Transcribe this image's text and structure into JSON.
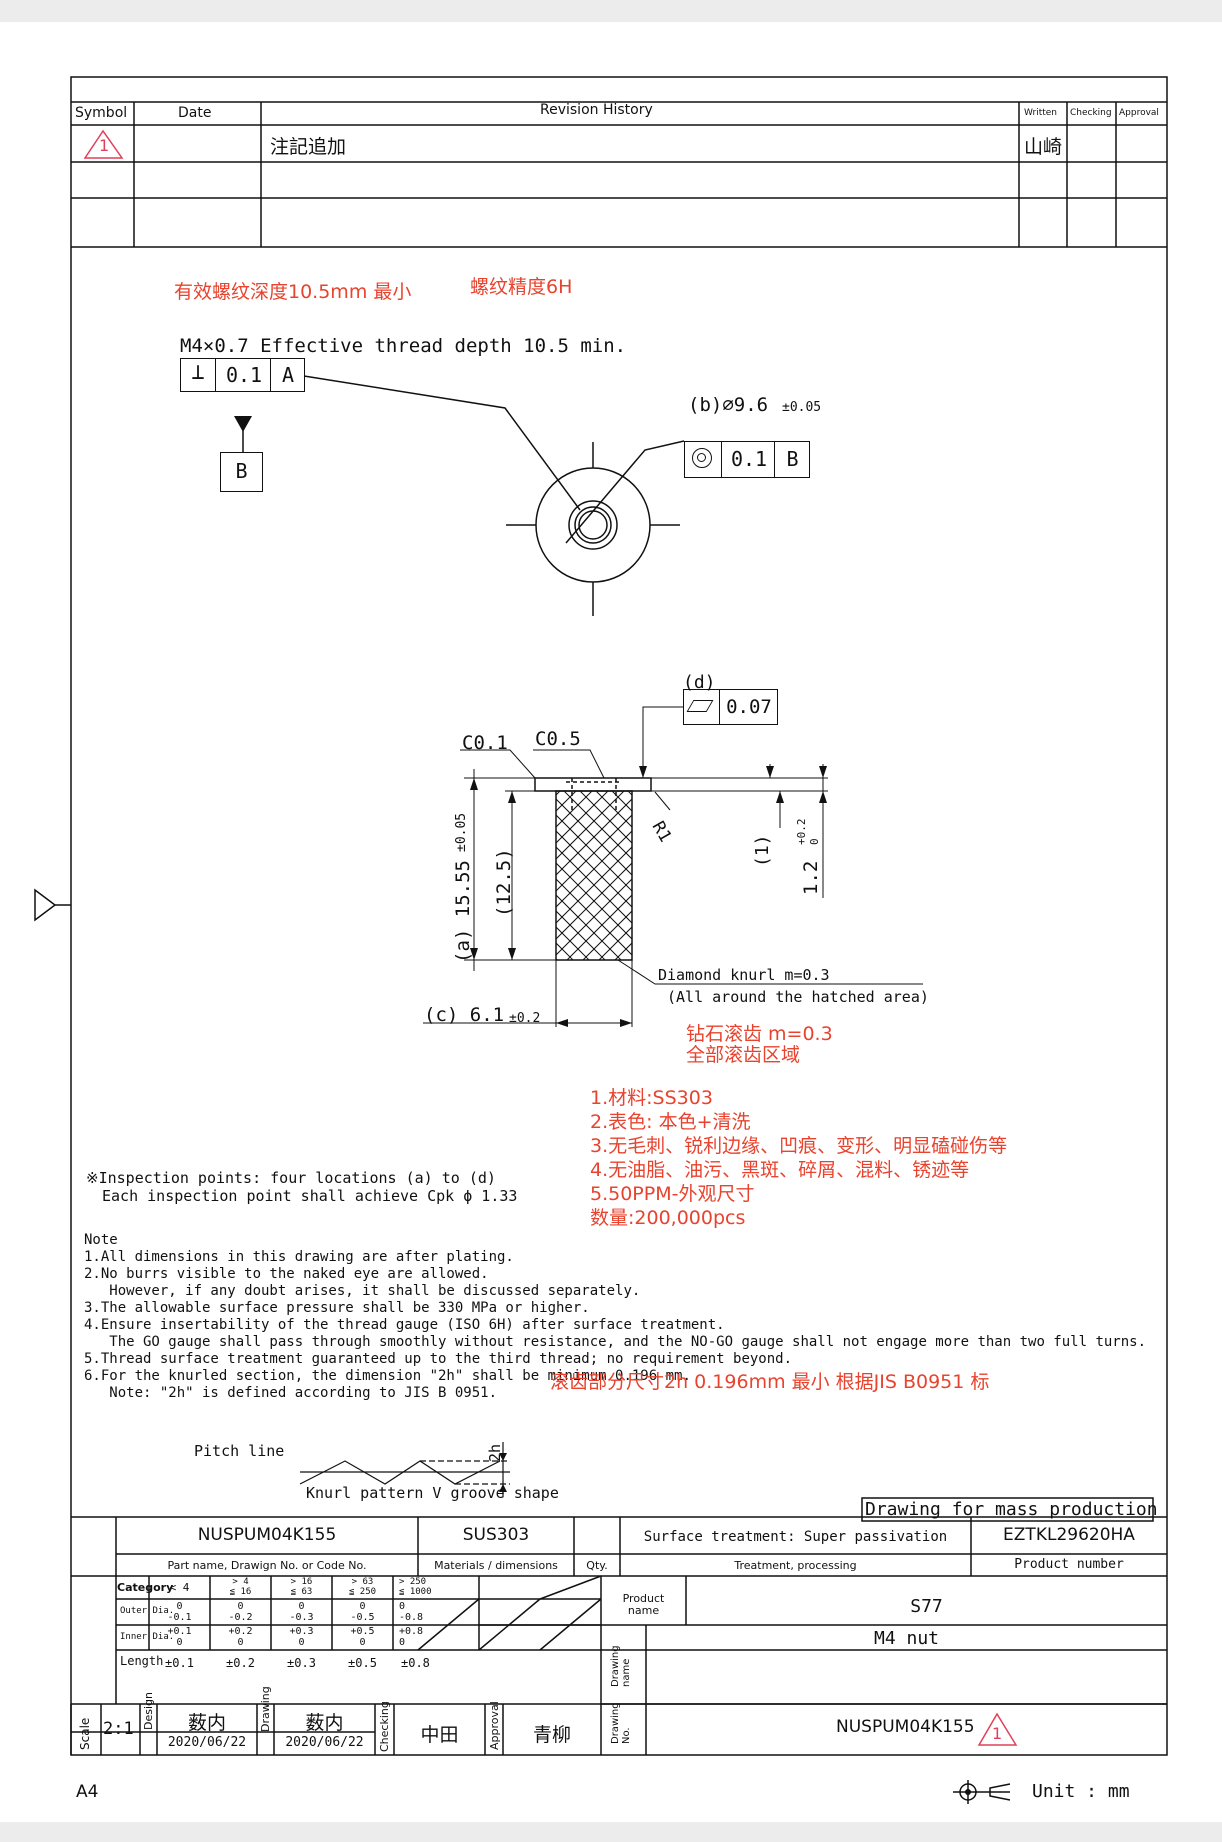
{
  "revision": {
    "headers": {
      "symbol": "Symbol",
      "date": "Date",
      "history": "Revision History",
      "written": "Written",
      "checking": "Checking",
      "approval": "Approval"
    },
    "rows": [
      {
        "symbol": "1",
        "date": "",
        "text": "注記追加",
        "written": "山崎"
      }
    ]
  },
  "red_notes": {
    "depth": "有效螺纹深度10.5mm 最小",
    "precision": "螺纹精度6H",
    "knurl_cn_1": "钻石滚齿 m=0.3",
    "knurl_cn_2": "全部滚齿区域",
    "list": [
      "1.材料:SS303",
      "2.表色: 本色+清洗",
      "3.无毛刺、锐利边缘、凹痕、变形、明显磕碰伤等",
      "4.无油脂、油污、黑斑、碎屑、混料、锈迹等",
      "5.50PPM-外观尺寸",
      "数量:200,000pcs"
    ],
    "h_note": "滚齿部分尺寸2h 0.196mm 最小 根据JIS B0951 标"
  },
  "drawing": {
    "thread": "M4×0.7  Effective thread depth 10.5 min.",
    "fcf1_symbol": "⊥",
    "fcf1_value": "0.1",
    "fcf1_datum": "A",
    "datum_b": "B",
    "dia_label": "(b)∅9.6",
    "dia_tol": "±0.05",
    "fcf2_value": "0.1",
    "fcf2_datum": "B",
    "d_label": "(d)",
    "fcf3_value": "0.07",
    "c01": "C0.1",
    "c05": "C0.5",
    "r1": "R1",
    "a_label": "(a) 15.55",
    "a_tol": "±0.05",
    "len_125": "(12.5)",
    "len_1": "(1)",
    "len_12": "1.2",
    "len_12_tol_plus": "+0.2",
    "len_12_tol_minus": "0",
    "c_label": "(c) 6.1",
    "c_tol": "±0.2",
    "knurl_1": "Diamond knurl m=0.3",
    "knurl_2": "(All around the hatched area)"
  },
  "inspection": {
    "line1": "※Inspection points: four locations (a) to (d)",
    "line2": "Each inspection point shall achieve Cpk ϕ 1.33"
  },
  "notes": {
    "title": "Note",
    "lines": [
      "1.All dimensions in this drawing are after plating.",
      "2.No burrs visible to the naked eye are allowed.",
      "   However, if any doubt arises, it shall be discussed separately.",
      "3.The allowable surface pressure shall be 330 MPa or higher.",
      "4.Ensure insertability of the thread gauge (ISO 6H) after surface treatment.",
      "   The GO gauge shall pass through smoothly without resistance, and the NO-GO gauge shall not engage more than two full turns.",
      "5.Thread surface treatment guaranteed up to the third thread; no requirement beyond.",
      "6.For the knurled section, the dimension \"2h\" shall be minimum 0.196 mm.",
      "   Note: \"2h\" is defined according to JIS B 0951."
    ]
  },
  "knurl_figure": {
    "pitch_line": "Pitch line",
    "h2": "2h",
    "caption": "Knurl pattern V groove shape"
  },
  "mass_production": "Drawing for mass production",
  "title_block": {
    "part_no": "NUSPUM04K155",
    "material": "SUS303",
    "treatment": "Surface treatment: Super passivation",
    "product_number": "EZTKL29620HA",
    "lbl_part": "Part name, Drawign No. or Code No.",
    "lbl_material": "Materials / dimensions",
    "lbl_qty": "Qty.",
    "lbl_treatment": "Treatment, processing",
    "lbl_product_number": "Product number",
    "tol_headers": [
      "Category",
      "< 4",
      "> 4\n≦ 16",
      "> 16\n≦ 63",
      "> 63\n≦ 250",
      "> 250\n≦ 1000"
    ],
    "tol_outer": [
      "Outer Dia.",
      "0\n-0.1",
      "0\n-0.2",
      "0\n-0.3",
      "0\n-0.5",
      "0\n-0.8"
    ],
    "tol_inner": [
      "Inner Dia.",
      "+0.1\n0",
      "+0.2\n0",
      "+0.3\n0",
      "+0.5\n0",
      "+0.8\n0"
    ],
    "tol_length": [
      "Length",
      "±0.1",
      "±0.2",
      "±0.3",
      "±0.5",
      "±0.8"
    ],
    "lbl_product_name": "Product\nname",
    "product_name": "S77",
    "lbl_drawing_name": "Drawing\nname",
    "drawing_name": "M4 nut",
    "lbl_drawing_no": "Drawing\nNo.",
    "drawing_no": "NUSPUM04K155",
    "rev_symbol": "1",
    "lbl_scale": "Scale",
    "scale": "2:1",
    "lbl_design": "Design",
    "design_by": "薮内",
    "design_date": "2020/06/22",
    "lbl_drawing": "Drawing",
    "drawing_by": "薮内",
    "drawing_date": "2020/06/22",
    "lbl_checking": "Checking",
    "checking_by": "中田",
    "lbl_approval": "Approval",
    "approval_by": "青柳"
  },
  "footer": {
    "paper": "A4",
    "unit": "Unit : mm"
  }
}
